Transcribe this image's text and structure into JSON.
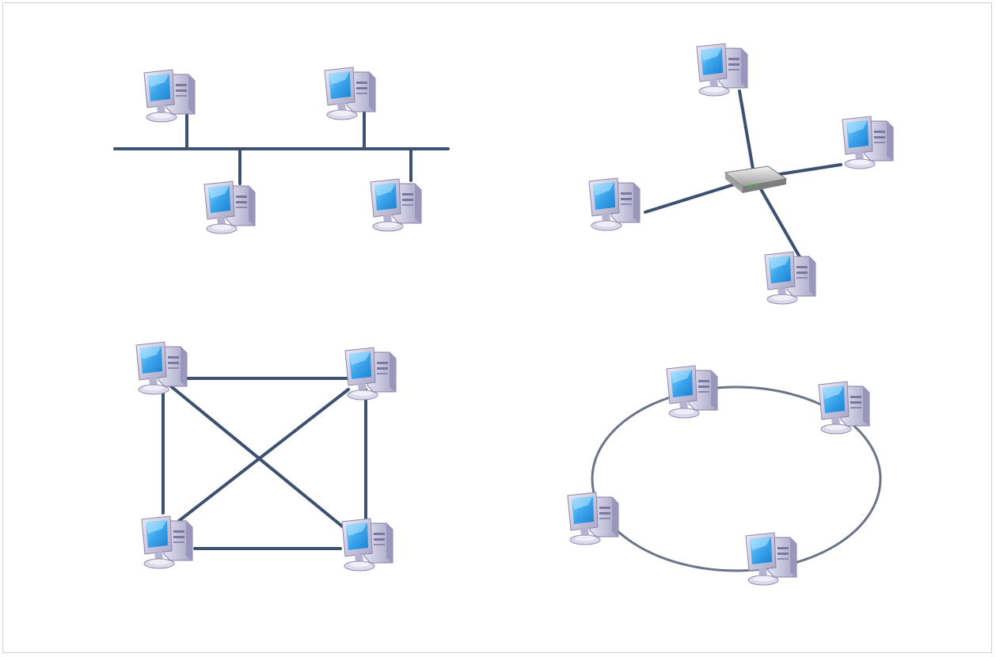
{
  "diagram": {
    "colors": {
      "cable": "#3d5070",
      "ring": "#6b7587",
      "monitor_screen": "#4fb3f0",
      "case": "#c9c7df",
      "hub": "#d8d8d8"
    },
    "panels": [
      {
        "topology": "bus",
        "nodes": 4,
        "icon": "computer-icon"
      },
      {
        "topology": "star",
        "nodes": 4,
        "hub_icon": "network-switch-icon",
        "icon": "computer-icon"
      },
      {
        "topology": "mesh",
        "nodes": 4,
        "icon": "computer-icon"
      },
      {
        "topology": "ring",
        "nodes": 4,
        "icon": "computer-icon"
      }
    ]
  }
}
